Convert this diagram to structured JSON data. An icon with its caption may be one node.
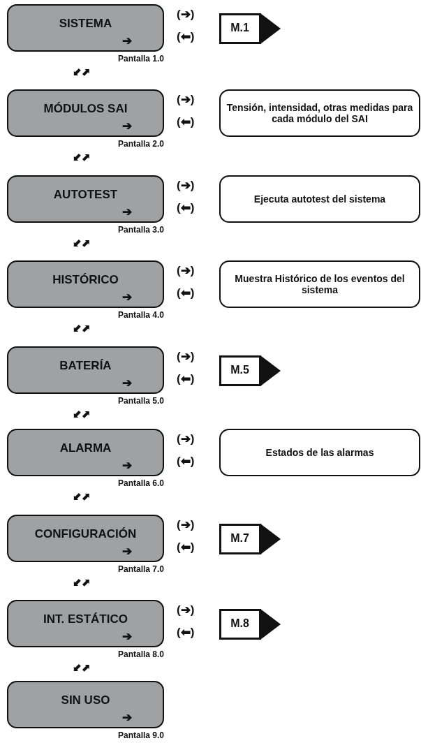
{
  "diagram": {
    "nodes": [
      {
        "text": [
          "SISTEMA",
          "➔"
        ],
        "beside": [
          "Pantalla 1.0"
        ]
      },
      {
        "text": [
          "(➔)"
        ]
      },
      {
        "text": [
          "(⬅)"
        ]
      },
      {
        "text": [
          "M.1"
        ]
      },
      {
        "text": [
          "MÓDULOS SAI",
          "➔"
        ],
        "beside": [
          "Pantalla 2.0"
        ]
      },
      {
        "text": [
          "(➔)"
        ]
      },
      {
        "text": [
          "(⬅)"
        ]
      },
      {
        "text": [
          "Tensión, intensidad, otras medidas para cada módulo del SAI"
        ]
      },
      {
        "text": [
          "AUTOTEST",
          "➔"
        ],
        "beside": [
          "Pantalla 3.0"
        ]
      },
      {
        "text": [
          "(➔)"
        ]
      },
      {
        "text": [
          "(⬅)"
        ]
      },
      {
        "text": [
          "Ejecuta autotest del sistema"
        ]
      },
      {
        "text": [
          "HISTÓRICO",
          "➔"
        ],
        "beside": [
          "Pantalla 4.0"
        ]
      },
      {
        "text": [
          "(➔)"
        ]
      },
      {
        "text": [
          "(⬅)"
        ]
      },
      {
        "text": [
          "Muestra Histórico de los eventos del sistema"
        ]
      },
      {
        "text": [
          "BATERÍA",
          "➔"
        ],
        "beside": [
          "Pantalla 5.0"
        ]
      },
      {
        "text": [
          "(➔)"
        ]
      },
      {
        "text": [
          "(⬅)"
        ]
      },
      {
        "text": [
          "M.5"
        ]
      },
      {
        "text": [
          "ALARMA",
          "➔"
        ],
        "beside": [
          "Pantalla 6.0"
        ]
      },
      {
        "text": [
          "(➔)"
        ]
      },
      {
        "text": [
          "(⬅)"
        ]
      },
      {
        "text": [
          "Estados de las alarmas"
        ]
      },
      {
        "text": [
          "CONFIGURACIÓN",
          "➔"
        ],
        "beside": [
          "Pantalla 7.0"
        ]
      },
      {
        "text": [
          "(➔)"
        ]
      },
      {
        "text": [
          "(⬅)"
        ]
      },
      {
        "text": [
          "M.7"
        ]
      },
      {
        "text": [
          "INT. ESTÁTICO",
          "➔"
        ],
        "beside": [
          "Pantalla 8.0"
        ]
      },
      {
        "text": [
          "(➔)"
        ]
      },
      {
        "text": [
          "(⬅)"
        ]
      },
      {
        "text": [
          "M.8"
        ]
      },
      {
        "text": [
          "SIN USO",
          "➔"
        ],
        "beside": [
          "Pantalla 9.0"
        ]
      }
    ],
    "labels": [
      "⬋⬈",
      "⬋⬈",
      "⬋⬈",
      "⬋⬈",
      "⬋⬈",
      "⬋⬈",
      "⬋⬈",
      "⬋⬈"
    ]
  }
}
